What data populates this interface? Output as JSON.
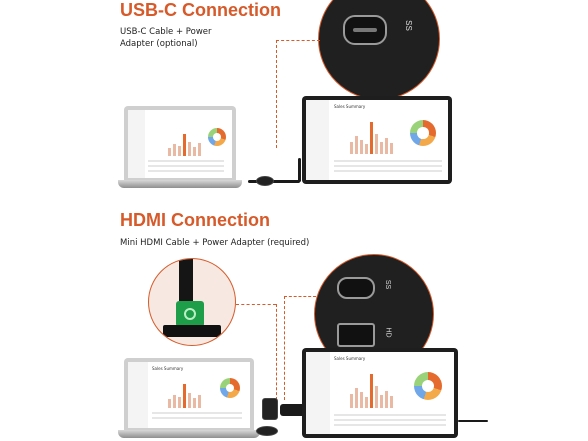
{
  "usbc": {
    "heading": "USB-C Connection",
    "caption_line1": "USB-C Cable + Power",
    "caption_line2": "Adapter (optional)",
    "port_label": "SS",
    "accent": "#d65a2a"
  },
  "hdmi": {
    "heading": "HDMI Connection",
    "caption": "Mini HDMI Cable + Power Adapter (required)",
    "port_label_top": "SS",
    "port_label_bottom": "HD"
  },
  "screen": {
    "title": "Sales Summary"
  },
  "colors": {
    "accent": "#d65a2a",
    "connector_green": "#1f9e4a"
  }
}
